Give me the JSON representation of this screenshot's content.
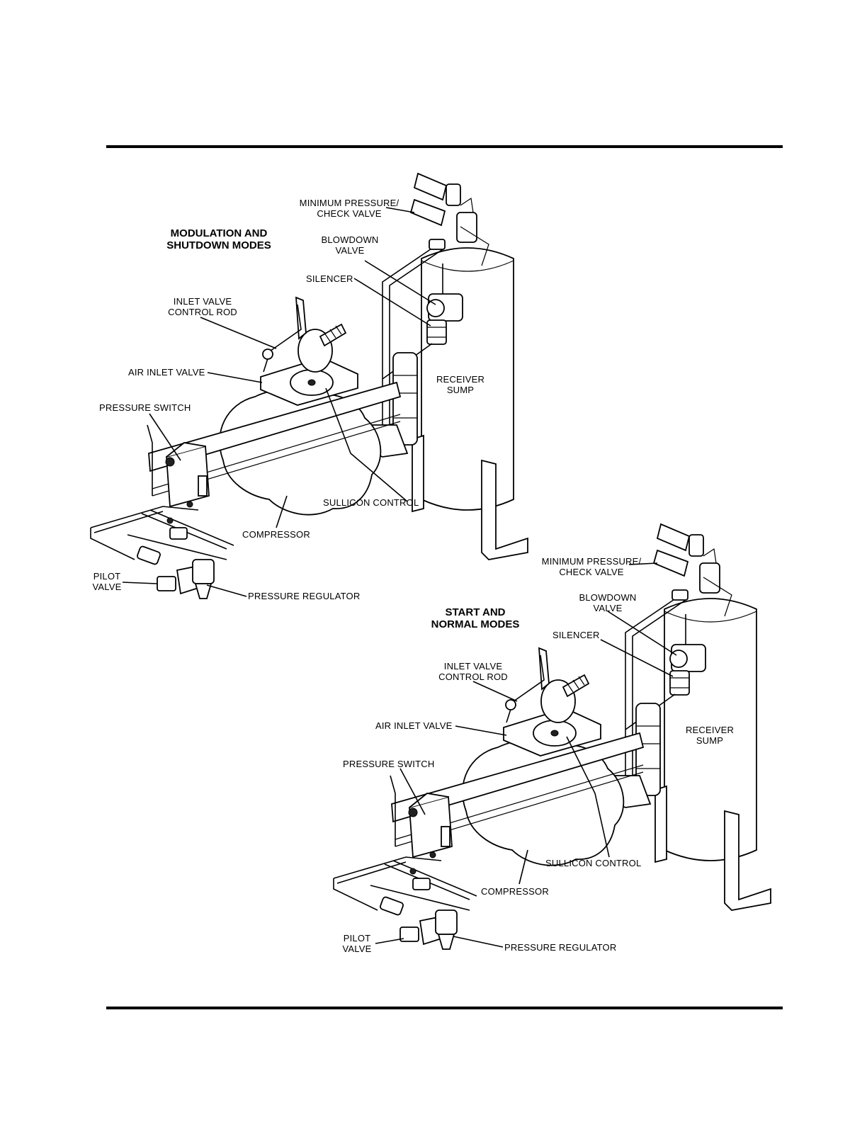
{
  "diagram_top": {
    "heading": [
      "MODULATION AND",
      "SHUTDOWN MODES"
    ],
    "labels": {
      "min_pressure": [
        "MINIMUM PRESSURE/",
        "CHECK VALVE"
      ],
      "blowdown": [
        "BLOWDOWN",
        "VALVE"
      ],
      "silencer": "SILENCER",
      "inlet_rod": [
        "INLET VALVE",
        "CONTROL ROD"
      ],
      "air_inlet": "AIR INLET VALVE",
      "receiver": [
        "RECEIVER",
        "SUMP"
      ],
      "pressure_switch": "PRESSURE SWITCH",
      "sullicon": "SULLICON CONTROL",
      "compressor": "COMPRESSOR",
      "pilot": [
        "PILOT",
        "VALVE"
      ],
      "regulator": "PRESSURE REGULATOR"
    }
  },
  "diagram_bottom": {
    "heading": [
      "START AND",
      "NORMAL MODES"
    ],
    "labels": {
      "min_pressure": [
        "MINIMUM PRESSURE/",
        "CHECK VALVE"
      ],
      "blowdown": [
        "BLOWDOWN",
        "VALVE"
      ],
      "silencer": "SILENCER",
      "inlet_rod": [
        "INLET VALVE",
        "CONTROL ROD"
      ],
      "air_inlet": "AIR INLET VALVE",
      "receiver": [
        "RECEIVER",
        "SUMP"
      ],
      "pressure_switch": "PRESSURE SWITCH",
      "sullicon": "SULLICON CONTROL",
      "compressor": "COMPRESSOR",
      "pilot": [
        "PILOT",
        "VALVE"
      ],
      "regulator": "PRESSURE REGULATOR"
    }
  }
}
